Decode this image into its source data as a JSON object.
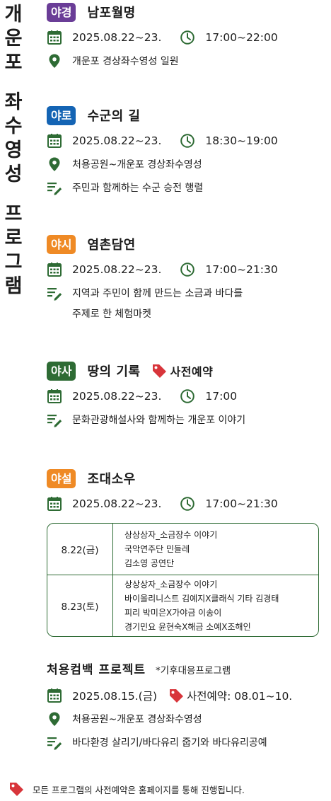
{
  "title_chars": [
    "개",
    "운",
    "포",
    "좌",
    "수",
    "영",
    "성",
    "프",
    "로",
    "그",
    "램"
  ],
  "programs": [
    {
      "tag": "야경",
      "tag_color": "#6a3d97",
      "title": "남포월명",
      "date": "2025.08.22~23.",
      "time": "17:00~22:00",
      "place": "개운포 경상좌수영성 일원"
    },
    {
      "tag": "야로",
      "tag_color": "#1464b4",
      "title": "수군의 길",
      "date": "2025.08.22~23.",
      "time": "18:30~19:00",
      "place": "처용공원~개운포 경상좌수영성",
      "desc": "주민과 함께하는 수군 승전 행렬"
    },
    {
      "tag": "야시",
      "tag_color": "#ef8a25",
      "title": "염촌담연",
      "date": "2025.08.22~23.",
      "time": "17:00~21:30",
      "desc": "지역과 주민이 함께 만드는 소금과 바다를",
      "desc2": "주제로 한 체험마켓"
    },
    {
      "tag": "야사",
      "tag_color": "#2e6b34",
      "title": "땅의 기록",
      "badge": "사전예약",
      "date": "2025.08.22~23.",
      "time": "17:00",
      "desc": "문화관광해설사와 함께하는 개운포 이야기"
    },
    {
      "tag": "야설",
      "tag_color": "#ef8a25",
      "title": "조대소우",
      "date": "2025.08.22~23.",
      "time": "17:00~21:30"
    }
  ],
  "schedule": [
    {
      "date": "8.22(금)",
      "lines": [
        "상상상자_소금장수 이야기",
        "국악연주단 민들레",
        "김소영 공연단"
      ]
    },
    {
      "date": "8.23(토)",
      "lines": [
        "상상상자_소금장수 이야기",
        "바이올리니스트 김예지X클래식 기타 김경태",
        "피리 박미은X가야금 이송이",
        "경기민요 윤현숙X해금 소예X조해인"
      ]
    }
  ],
  "project": {
    "title": "처용컴백 프로젝트",
    "note": "*기후대응프로그램",
    "date": "2025.08.15.(금)",
    "reservation": "사전예약: 08.01~10.",
    "place": "처용공원~개운포 경상좌수영성",
    "desc": "바다환경 살리기/바다유리 줍기와 바다유리공예"
  },
  "footer": "모든 프로그램의 사전예약은 홈페이지를 통해 진행됩니다.",
  "colors": {
    "icon_green": "#2e6b34",
    "badge_red": "#d8353b"
  }
}
